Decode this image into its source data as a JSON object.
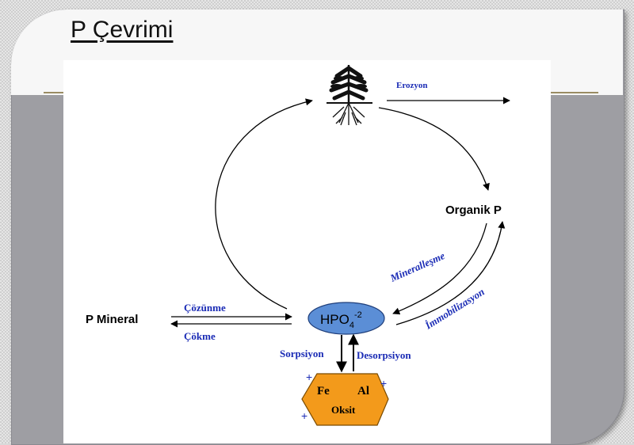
{
  "slide": {
    "title": "P Çevrimi"
  },
  "diagram": {
    "erozyon": "Erozyon",
    "organik_p": "Organik P",
    "mineralleşme": "Mineralleşme",
    "immobilizasyon": "İmmobilizasyon",
    "p_mineral": "P Mineral",
    "cozunme": "Çözünme",
    "cokme": "Çökme",
    "hpo4_base": "HPO",
    "hpo4_sub": "4",
    "hpo4_sup": "-2",
    "sorpsiyon": "Sorpsiyon",
    "desorpsiyon": "Desorpsiyon",
    "fe": "Fe",
    "al": "Al",
    "oksit": "Oksit",
    "plus": "+"
  },
  "colors": {
    "blue_label": "#1a2bb5",
    "hpo4_fill": "#5b8ed6",
    "oxide_fill": "#f39a1b"
  }
}
